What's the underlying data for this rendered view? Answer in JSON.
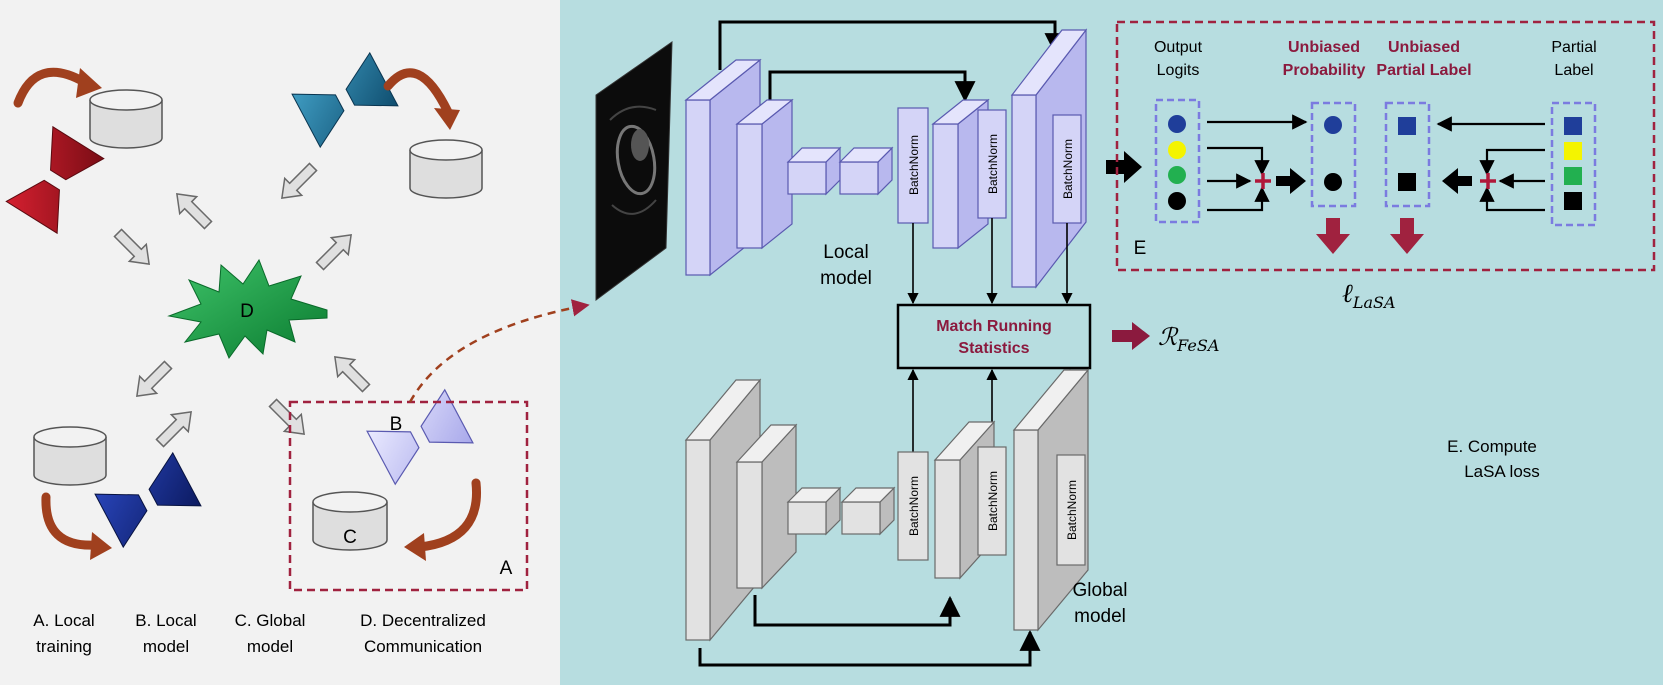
{
  "left_panel": {
    "node_labels": {
      "d": "D",
      "b": "B",
      "c": "C",
      "a": "A"
    },
    "legend": [
      {
        "line1": "A. Local",
        "line2": "training"
      },
      {
        "line1": "B. Local",
        "line2": "model"
      },
      {
        "line1": "C. Global",
        "line2": "model"
      },
      {
        "line1": "D. Decentralized",
        "line2": "Communication"
      }
    ]
  },
  "networks": {
    "batchnorm_label": "BatchNorm",
    "local_model": {
      "line1": "Local",
      "line2": "model"
    },
    "global_model": {
      "line1": "Global",
      "line2": "model"
    }
  },
  "match_box": {
    "line1": "Match Running",
    "line2": "Statistics"
  },
  "fesa": {
    "symbol": "ℛ",
    "subscript": "FeSA"
  },
  "lasa_panel": {
    "output_logits": {
      "line1": "Output",
      "line2": "Logits"
    },
    "unbiased_probability": {
      "line1": "Unbiased",
      "line2": "Probability"
    },
    "unbiased_partial_label": {
      "line1": "Unbiased",
      "line2": "Partial Label"
    },
    "partial_label": {
      "line1": "Partial",
      "line2": "Label"
    },
    "tag": "E",
    "loss": {
      "symbol": "ℓ",
      "subscript": "LaSA"
    }
  },
  "compute_note": {
    "line1": "E. Compute",
    "line2": "LaSA loss"
  },
  "colors": {
    "left_bg": "#f2f2f2",
    "right_bg": "#b7dde0",
    "maroon": "#8b1a3e",
    "dashed_red": "#a0223f",
    "blue_purple_layer": "#c9c9f2",
    "gray_layer": "#e2e2e2",
    "logit_blue": "#1f3e9a",
    "logit_yellow": "#f4f400",
    "logit_green": "#22b050",
    "label_blue": "#1f3e9a"
  }
}
